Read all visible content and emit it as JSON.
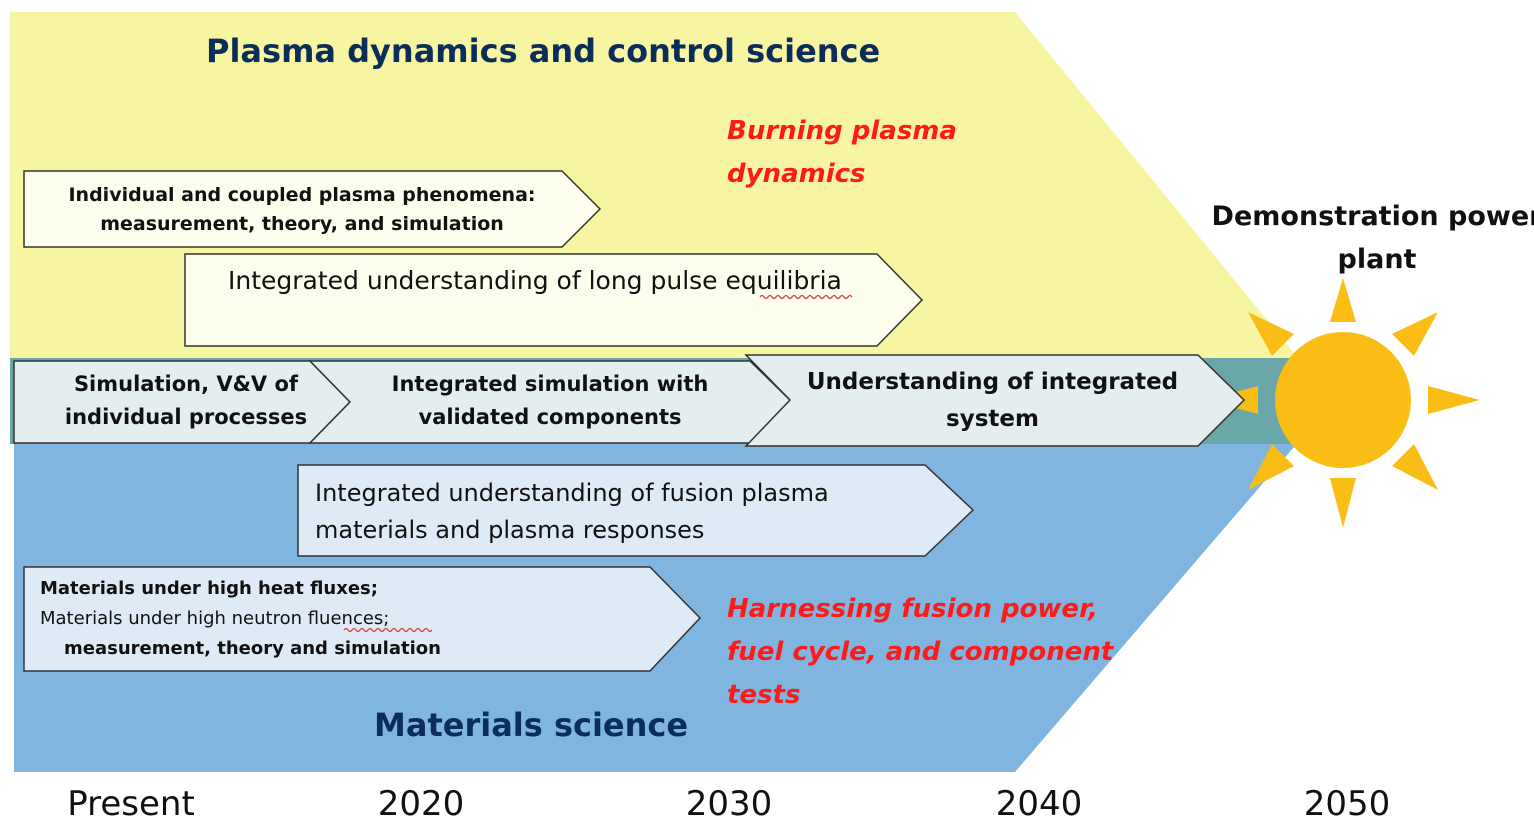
{
  "sections": {
    "plasma_title": "Plasma dynamics and control science",
    "burning_line1": "Burning plasma",
    "burning_line2": "dynamics",
    "materials_title": "Materials science",
    "harnessing_line1": "Harnessing fusion power,",
    "harnessing_line2": "fuel cycle,  and component",
    "harnessing_line3": "tests"
  },
  "milestone": {
    "line1": "Demonstration power",
    "line2": "plant"
  },
  "arrows": {
    "individual": {
      "line1": "Individual and coupled plasma phenomena:",
      "line2": "measurement, theory, and simulation"
    },
    "long_pulse": "Integrated understanding of long pulse equilibria",
    "simulation_vv": {
      "line1": "Simulation, V&V of",
      "line2": "individual processes"
    },
    "integrated_sim": {
      "line1": "Integrated simulation with",
      "line2": "validated components"
    },
    "understanding_system": {
      "line1": "Understanding of integrated",
      "line2": "system"
    },
    "fusion_materials": {
      "line1": "Integrated understanding of fusion plasma",
      "line2": "materials and plasma responses"
    },
    "materials_fluxes": {
      "line1": "Materials under high heat fluxes;",
      "line2": "Materials under high neutron fluences;",
      "line3": "measurement, theory and simulation"
    }
  },
  "timeline": [
    "Present",
    "2020",
    "2030",
    "2040",
    "2050"
  ],
  "colors": {
    "plasma_band": "#f8f5a2",
    "materials_band": "#7fb5de",
    "middle_band": "#6aa7a8",
    "arrow_fill": "#fdfdee",
    "arrow_fill_blue": "#deebf6",
    "sun": "#f9bd16",
    "section_title": "#0b2d5a",
    "highlight_text": "#ff1a1a"
  }
}
